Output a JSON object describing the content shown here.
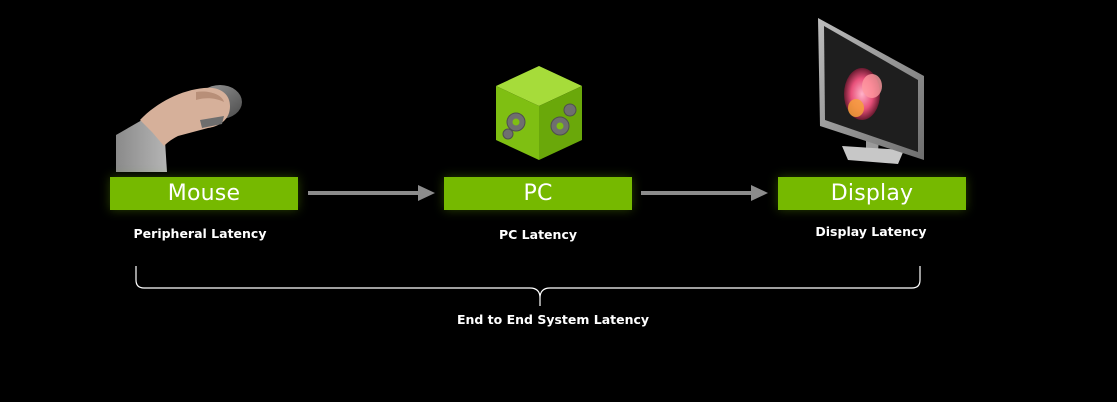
{
  "stages": [
    {
      "label": "Mouse",
      "caption": "Peripheral Latency",
      "icon": "hand-on-mouse-icon"
    },
    {
      "label": "PC",
      "caption": "PC Latency",
      "icon": "pc-cube-gears-icon"
    },
    {
      "label": "Display",
      "caption": "Display Latency",
      "icon": "monitor-icon"
    }
  ],
  "total_caption": "End to End System Latency",
  "colors": {
    "accent": "#76b900",
    "background": "#000000",
    "arrow": "#8c8c8c",
    "text": "#ffffff"
  }
}
